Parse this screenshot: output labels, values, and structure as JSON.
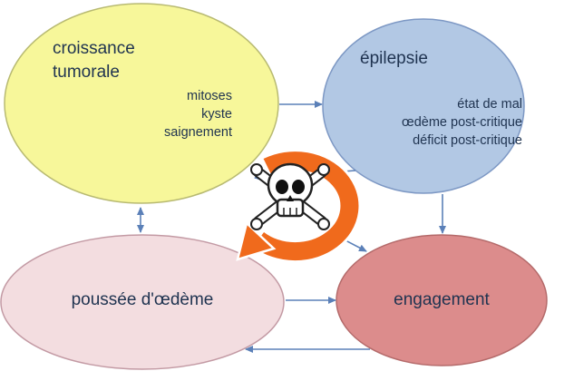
{
  "nodes": {
    "croissance": {
      "title_lines": [
        "croissance",
        "tumorale"
      ],
      "details": [
        "mitoses",
        "kyste",
        "saignement"
      ],
      "fill": "#f7f79a",
      "stroke": "#b8ba72"
    },
    "epilepsie": {
      "title": "épilepsie",
      "details": [
        "état de mal",
        "œdème post-critique",
        "déficit post-critique"
      ],
      "fill": "#b2c8e4",
      "stroke": "#7d98c4"
    },
    "oedeme": {
      "title": "poussée d'œdème",
      "fill": "#f3dde0",
      "stroke": "#c39aa4"
    },
    "engagement": {
      "title": "engagement",
      "fill": "#dc8c8c",
      "stroke": "#b46a6a"
    }
  },
  "colors": {
    "arrow": "#5b80b8",
    "cycle_arrow": "#f06a1c",
    "cycle_arrow_outline": "#ffffff",
    "text": "#1f3350",
    "skull": "#ffffff"
  },
  "center_icon": "skull-and-crossbones-icon"
}
